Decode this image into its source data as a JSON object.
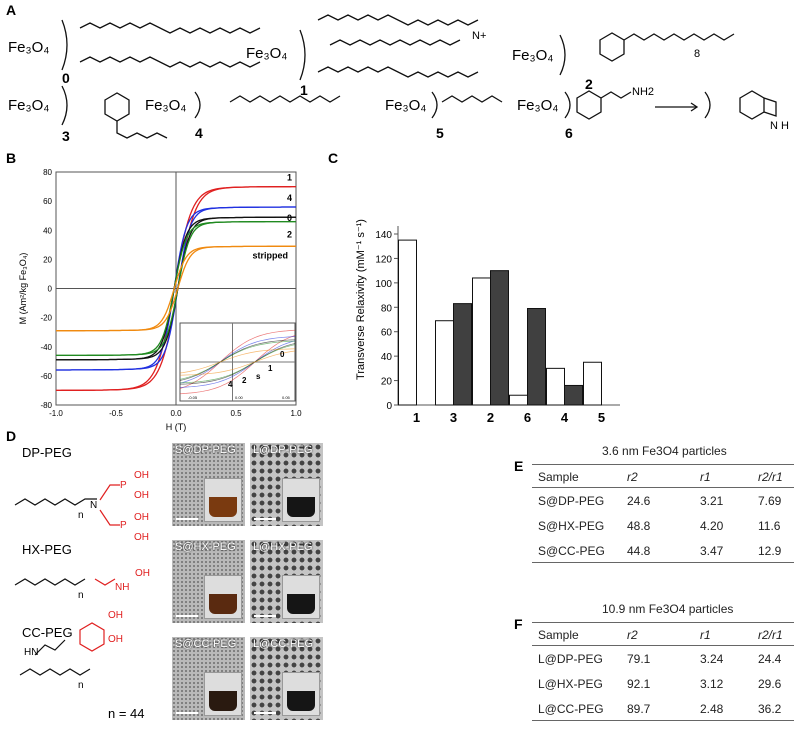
{
  "panels": {
    "A": "A",
    "B": "B",
    "C": "C",
    "D": "D",
    "E": "E",
    "F": "F"
  },
  "panelA": {
    "core": "Fe3O4",
    "compounds": [
      "0",
      "1",
      "2",
      "3",
      "4",
      "5",
      "6"
    ],
    "ammonium": "N+",
    "nh": "N H",
    "nh2": "NH2",
    "peg_repeat": "8",
    "arrow": "→",
    "indoline_nh": "N H"
  },
  "chart_data": [
    {
      "type": "line",
      "xlabel": "H (T)",
      "ylabel": "M (Am²/kg Fe₃O₄)",
      "xlim": [
        -1.0,
        1.0
      ],
      "ylim": [
        -80,
        80
      ],
      "xticks": [
        "-1.0",
        "-0.5",
        "0.0",
        "0.5",
        "1.0"
      ],
      "yticks": [
        "-80",
        "-60",
        "-40",
        "-20",
        "0",
        "20",
        "40",
        "60",
        "80"
      ],
      "series": [
        {
          "name": "1",
          "color": "#e02020",
          "saturation": 70
        },
        {
          "name": "4",
          "color": "#2030e0",
          "saturation": 56
        },
        {
          "name": "0",
          "color": "#111111",
          "saturation": 49
        },
        {
          "name": "2",
          "color": "#208a20",
          "saturation": 46
        },
        {
          "name": "stripped",
          "color": "#f08a10",
          "saturation": 29
        }
      ],
      "inset": {
        "labels": [
          "0",
          "1",
          "s",
          "2",
          "4"
        ],
        "xticks": [
          "-0.05",
          "0.00",
          "0.05"
        ]
      }
    },
    {
      "type": "bar",
      "ylabel": "Transverse Relaxivity (mM⁻¹ s⁻¹)",
      "ylim": [
        0,
        140
      ],
      "yticks": [
        "0",
        "20",
        "40",
        "60",
        "80",
        "100",
        "120",
        "140"
      ],
      "categories": [
        "1",
        "3",
        "2",
        "6",
        "4",
        "5"
      ],
      "series": [
        {
          "color": "#ffffff",
          "values": [
            135,
            69,
            104,
            8,
            30,
            35
          ]
        },
        {
          "color": "#404040",
          "values": [
            null,
            83,
            110,
            79,
            16,
            null
          ]
        }
      ]
    }
  ],
  "panelD": {
    "ligands": [
      {
        "name": "DP-PEG",
        "color": "#e02020"
      },
      {
        "name": "HX-PEG",
        "color": "#e02020"
      },
      {
        "name": "CC-PEG",
        "color": "#e02020"
      }
    ],
    "n_label": "n = 44",
    "n": "n",
    "images": [
      [
        "S@DP-PEG",
        "L@DP-PEG"
      ],
      [
        "S@HX-PEG",
        "L@HX-PEG"
      ],
      [
        "S@CC-PEG",
        "L@CC-PEG"
      ]
    ],
    "atoms": {
      "P": "P",
      "O": "O",
      "OH": "OH",
      "N": "N",
      "NH": "NH",
      "HN": "HN",
      "OHN": "N"
    }
  },
  "tableE": {
    "title": "3.6 nm Fe3O4 particles",
    "headers": [
      "Sample",
      "r2",
      "r1",
      "r2/r1"
    ],
    "rows": [
      [
        "S@DP-PEG",
        "24.6",
        "3.21",
        "7.69"
      ],
      [
        "S@HX-PEG",
        "48.8",
        "4.20",
        "11.6"
      ],
      [
        "S@CC-PEG",
        "44.8",
        "3.47",
        "12.9"
      ]
    ]
  },
  "tableF": {
    "title": "10.9 nm Fe3O4 particles",
    "headers": [
      "Sample",
      "r2",
      "r1",
      "r2/r1"
    ],
    "rows": [
      [
        "L@DP-PEG",
        "79.1",
        "3.24",
        "24.4"
      ],
      [
        "L@HX-PEG",
        "92.1",
        "3.12",
        "29.6"
      ],
      [
        "L@CC-PEG",
        "89.7",
        "2.48",
        "36.2"
      ]
    ]
  }
}
